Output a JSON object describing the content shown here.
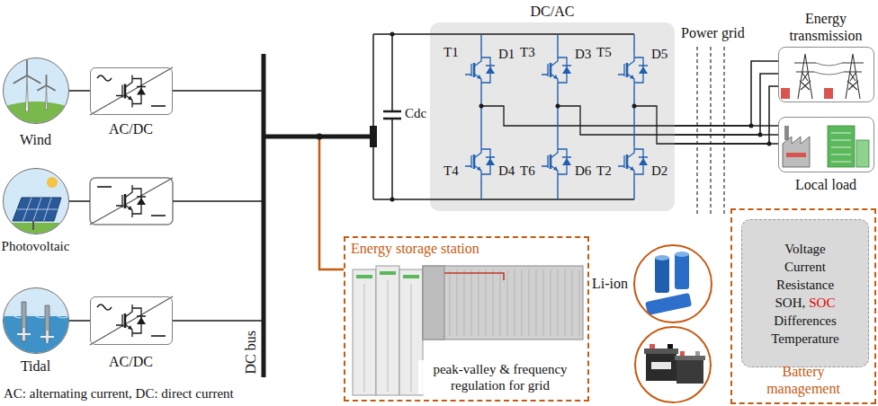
{
  "diagram": {
    "nodes": [
      {
        "text": [
          "Wind"
        ]
      },
      {
        "text": [
          "AC/DC"
        ]
      },
      {
        "text": [
          "Photovoltaic"
        ]
      },
      {
        "text": [
          "Tidal"
        ]
      },
      {
        "text": [
          "AC/DC"
        ]
      },
      {
        "text": [
          "DC/AC"
        ]
      },
      {
        "text": [
          "Energy transmission"
        ]
      },
      {
        "text": [
          "Local load"
        ]
      },
      {
        "text": [
          "Energy storage station",
          "peak-valley & frequency regulation for grid"
        ]
      },
      {
        "text": [
          "Li-ion"
        ]
      },
      {
        "text": [
          "Battery management"
        ]
      },
      {
        "text": [
          "Voltage",
          "Current",
          "Resistance",
          "SOH,",
          "SOC",
          "Differences",
          "Temperature"
        ],
        "in": 10
      }
    ],
    "edges": [
      {
        "from": 0,
        "to": 1,
        "arrow": "none"
      },
      {
        "from": 3,
        "to": 4,
        "arrow": "none"
      },
      {
        "from": 5,
        "to": 6,
        "arrow": "none"
      },
      {
        "from": 5,
        "to": 7,
        "arrow": "none"
      }
    ],
    "labels": [
      "Power grid",
      "T1",
      "T3",
      "T5",
      "D1",
      "D3",
      "D5",
      "Cdc",
      "T4",
      "D4",
      "T6",
      "D6",
      "T2",
      "D2",
      "DC bus",
      "AC: alternating current, DC: direct current"
    ]
  }
}
